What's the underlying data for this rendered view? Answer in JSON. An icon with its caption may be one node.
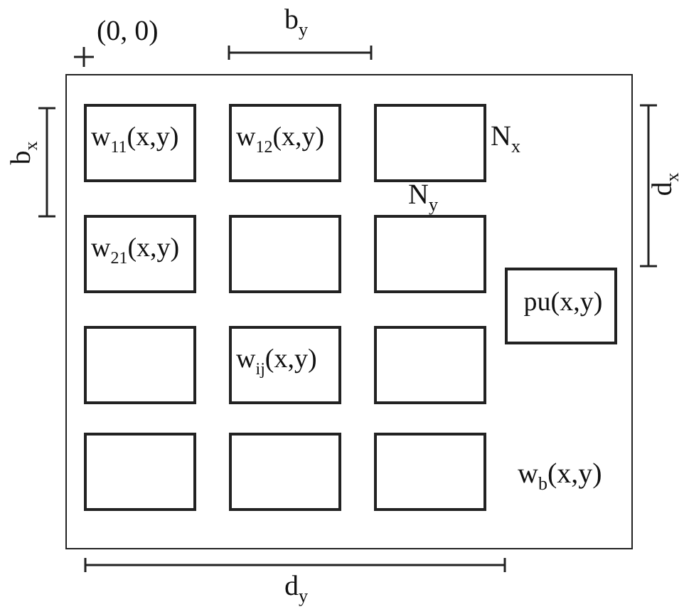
{
  "diagram": {
    "nodes": [
      {
        "text": [
          "w$_{b}$(x,y)"
        ]
      },
      {
        "text": [
          "w$_{11}$(x,y)"
        ],
        "in": 0
      },
      {
        "text": [
          "w$_{12}$(x,y)"
        ],
        "in": 0
      },
      {
        "text": [],
        "shape": "box",
        "in": 0
      },
      {
        "text": [
          "w$_{21}$(x,y)"
        ],
        "in": 0
      },
      {
        "text": [],
        "shape": "box",
        "in": 0
      },
      {
        "text": [],
        "shape": "box",
        "in": 0
      },
      {
        "text": [
          "pu(x,y)"
        ],
        "in": 0
      },
      {
        "text": [],
        "shape": "box",
        "in": 0
      },
      {
        "text": [
          "w$_{ij}$(x,y)"
        ],
        "in": 0
      },
      {
        "text": [],
        "shape": "box",
        "in": 0
      },
      {
        "text": [],
        "shape": "box",
        "in": 0
      },
      {
        "text": [],
        "shape": "box",
        "in": 0
      },
      {
        "text": [],
        "shape": "box",
        "in": 0
      }
    ],
    "labels": [
      "(0, 0)",
      "b$_{y}$",
      "b$_{x}$",
      "N$_{x}$",
      "N$_{y}$",
      "d$_{x}$",
      "d$_{y}$"
    ]
  }
}
